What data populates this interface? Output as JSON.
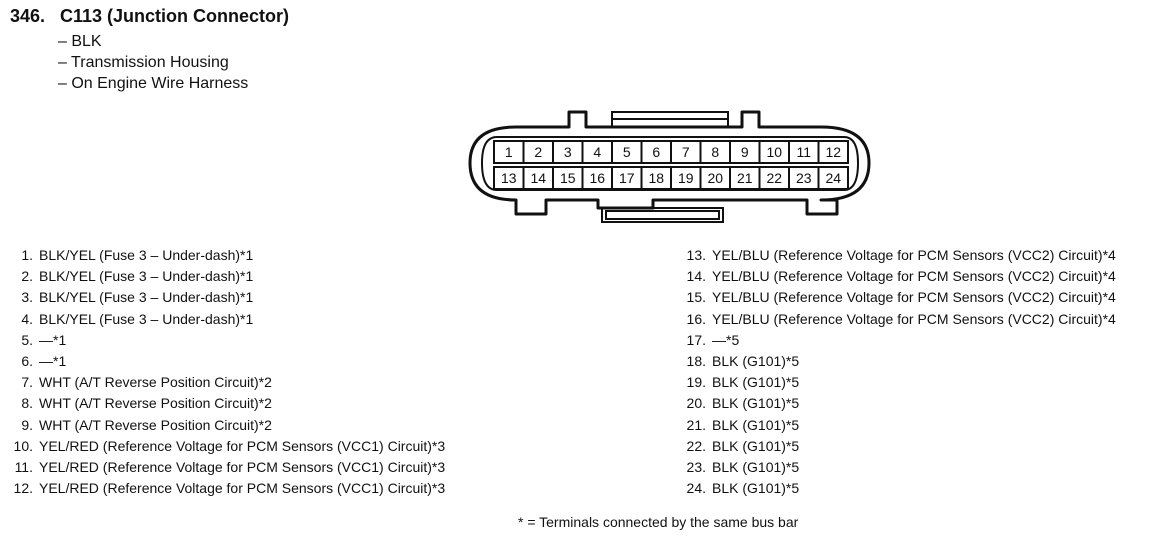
{
  "title": {
    "number": "346.",
    "text": "C113 (Junction Connector)"
  },
  "attributes": [
    "– BLK",
    "– Transmission Housing",
    "– On Engine Wire Harness"
  ],
  "connector": {
    "top_row": [
      "1",
      "2",
      "3",
      "4",
      "5",
      "6",
      "7",
      "8",
      "9",
      "10",
      "11",
      "12"
    ],
    "bottom_row": [
      "13",
      "14",
      "15",
      "16",
      "17",
      "18",
      "19",
      "20",
      "21",
      "22",
      "23",
      "24"
    ]
  },
  "pins_left": [
    {
      "n": "1.",
      "desc": "BLK/YEL (Fuse 3 – Under-dash)*1"
    },
    {
      "n": "2.",
      "desc": "BLK/YEL (Fuse 3 – Under-dash)*1"
    },
    {
      "n": "3.",
      "desc": "BLK/YEL (Fuse 3 – Under-dash)*1"
    },
    {
      "n": "4.",
      "desc": "BLK/YEL (Fuse 3 – Under-dash)*1"
    },
    {
      "n": "5.",
      "desc": "—*1"
    },
    {
      "n": "6.",
      "desc": "—*1"
    },
    {
      "n": "7.",
      "desc": "WHT (A/T Reverse Position Circuit)*2"
    },
    {
      "n": "8.",
      "desc": "WHT (A/T Reverse Position Circuit)*2"
    },
    {
      "n": "9.",
      "desc": "WHT (A/T Reverse Position Circuit)*2"
    },
    {
      "n": "10.",
      "desc": "YEL/RED (Reference Voltage for PCM Sensors (VCC1) Circuit)*3"
    },
    {
      "n": "11.",
      "desc": "YEL/RED (Reference Voltage for PCM Sensors (VCC1) Circuit)*3"
    },
    {
      "n": "12.",
      "desc": "YEL/RED (Reference Voltage for PCM Sensors (VCC1) Circuit)*3"
    }
  ],
  "pins_right": [
    {
      "n": "13.",
      "desc": "YEL/BLU (Reference Voltage for PCM Sensors (VCC2) Circuit)*4"
    },
    {
      "n": "14.",
      "desc": "YEL/BLU (Reference Voltage for PCM Sensors (VCC2) Circuit)*4"
    },
    {
      "n": "15.",
      "desc": "YEL/BLU (Reference Voltage for PCM Sensors (VCC2) Circuit)*4"
    },
    {
      "n": "16.",
      "desc": "YEL/BLU (Reference Voltage for PCM Sensors (VCC2) Circuit)*4"
    },
    {
      "n": "17.",
      "desc": "—*5"
    },
    {
      "n": "18.",
      "desc": "BLK (G101)*5"
    },
    {
      "n": "19.",
      "desc": "BLK (G101)*5"
    },
    {
      "n": "20.",
      "desc": "BLK (G101)*5"
    },
    {
      "n": "21.",
      "desc": "BLK (G101)*5"
    },
    {
      "n": "22.",
      "desc": "BLK (G101)*5"
    },
    {
      "n": "23.",
      "desc": "BLK (G101)*5"
    },
    {
      "n": "24.",
      "desc": "BLK (G101)*5"
    }
  ],
  "footnote": "* = Terminals connected by the same bus bar"
}
